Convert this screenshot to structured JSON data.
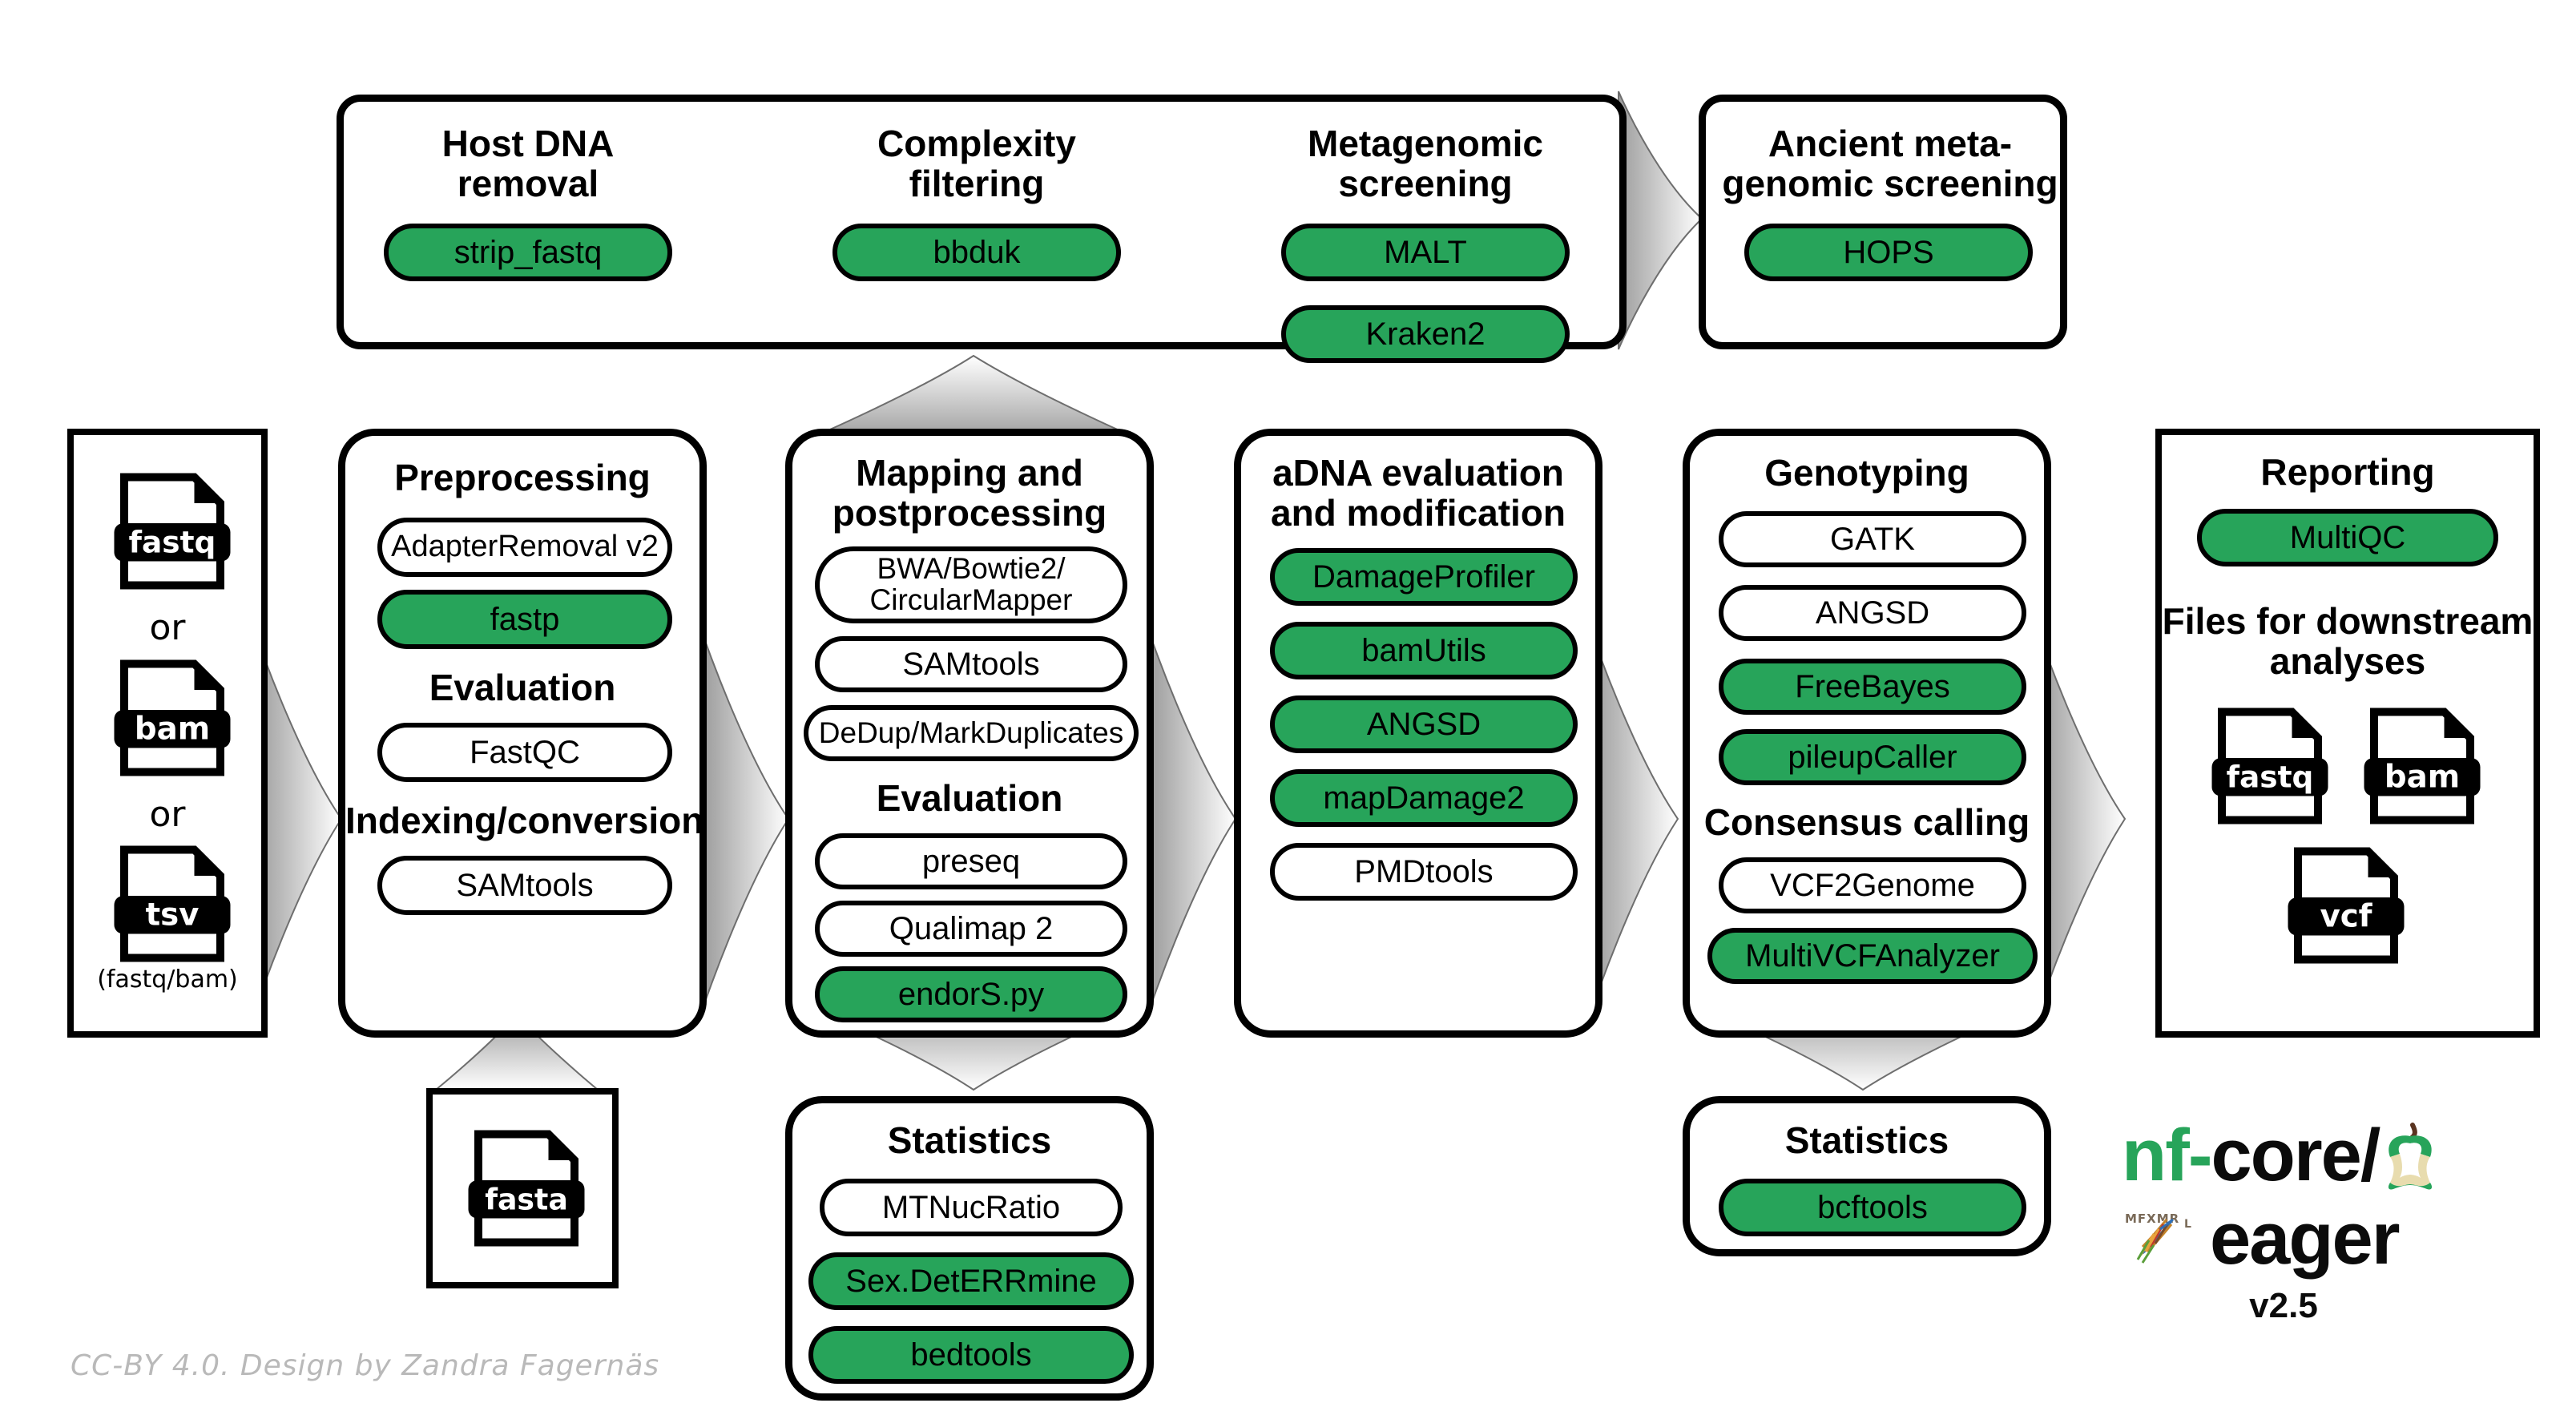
{
  "meta": {
    "credit": "CC-BY 4.0. Design by Zandra Fagernäs"
  },
  "colors": {
    "accent_green": "#27a45a",
    "outline_black": "#000000",
    "arrow_gray": "#a8a8a8",
    "credit_gray": "#b9b9b9"
  },
  "input_panel": {
    "name": "input-files",
    "files": [
      {
        "label": "fastq"
      },
      {
        "label": "bam"
      },
      {
        "label": "tsv"
      }
    ],
    "or_1": "or",
    "or_2": "or",
    "note": "(fastq/bam)"
  },
  "top_panel": {
    "groups": [
      {
        "title": "Host DNA\nremoval",
        "tools": [
          {
            "label": "strip_fastq",
            "green": true
          }
        ]
      },
      {
        "title": "Complexity\nfiltering",
        "tools": [
          {
            "label": "bbduk",
            "green": true
          }
        ]
      },
      {
        "title": "Metagenomic\nscreening",
        "tools": [
          {
            "label": "MALT",
            "green": true
          },
          {
            "label": "Kraken2",
            "green": true
          }
        ]
      }
    ]
  },
  "ancient_panel": {
    "title": "Ancient meta-\ngenomic screening",
    "tools": [
      {
        "label": "HOPS",
        "green": true
      }
    ]
  },
  "preprocessing_panel": {
    "title": "Preprocessing",
    "tools": [
      {
        "label": "AdapterRemoval v2",
        "green": false
      },
      {
        "label": "fastp",
        "green": true
      }
    ],
    "subtitle_1": "Evaluation",
    "tools_2": [
      {
        "label": "FastQC",
        "green": false
      }
    ],
    "subtitle_2": "Indexing/conversion",
    "tools_3": [
      {
        "label": "SAMtools",
        "green": false
      }
    ]
  },
  "fasta_panel": {
    "file": {
      "label": "fasta"
    }
  },
  "mapping_panel": {
    "title": "Mapping and\npostprocessing",
    "tools": [
      {
        "label": "BWA/Bowtie2/\nCircularMapper",
        "green": false
      },
      {
        "label": "SAMtools",
        "green": false
      },
      {
        "label": "DeDup/MarkDuplicates",
        "green": false
      }
    ],
    "subtitle_1": "Evaluation",
    "tools_2": [
      {
        "label": "preseq",
        "green": false
      },
      {
        "label": "Qualimap 2",
        "green": false
      },
      {
        "label": "endorS.py",
        "green": true
      }
    ]
  },
  "statistics_left_panel": {
    "title": "Statistics",
    "tools": [
      {
        "label": "MTNucRatio",
        "green": false
      },
      {
        "label": "Sex.DetERRmine",
        "green": true
      },
      {
        "label": "bedtools",
        "green": true
      }
    ]
  },
  "adna_panel": {
    "title": "aDNA evaluation\nand modification",
    "tools": [
      {
        "label": "DamageProfiler",
        "green": true
      },
      {
        "label": "bamUtils",
        "green": true
      },
      {
        "label": "ANGSD",
        "green": true
      },
      {
        "label": "mapDamage2",
        "green": true
      },
      {
        "label": "PMDtools",
        "green": false
      }
    ]
  },
  "genotyping_panel": {
    "title": "Genotyping",
    "tools": [
      {
        "label": "GATK",
        "green": false
      },
      {
        "label": "ANGSD",
        "green": false
      },
      {
        "label": "FreeBayes",
        "green": true
      },
      {
        "label": "pileupCaller",
        "green": true
      }
    ],
    "subtitle_1": "Consensus calling",
    "tools_2": [
      {
        "label": "VCF2Genome",
        "green": false
      },
      {
        "label": "MultiVCFAnalyzer",
        "green": true
      }
    ]
  },
  "statistics_right_panel": {
    "title": "Statistics",
    "tools": [
      {
        "label": "bcftools",
        "green": true
      }
    ]
  },
  "reporting_panel": {
    "title": "Reporting",
    "tools": [
      {
        "label": "MultiQC",
        "green": true
      }
    ],
    "subtitle_1": "Files for downstream\nanalyses",
    "files": [
      {
        "label": "fastq"
      },
      {
        "label": "bam"
      },
      {
        "label": "vcf"
      }
    ]
  },
  "logo": {
    "nf": "nf-",
    "core": "core/",
    "eager": "eager",
    "version": "v2.5",
    "rune_text": "MFXMR"
  }
}
